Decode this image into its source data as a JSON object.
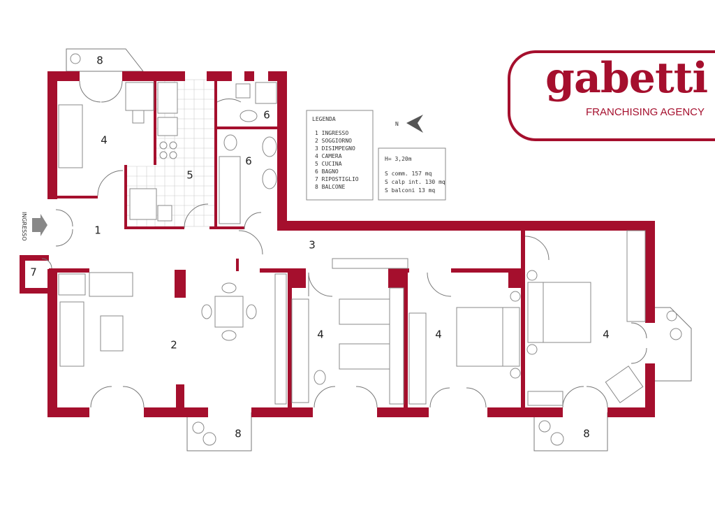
{
  "brand": {
    "name": "gabetti",
    "tagline": "FRANCHISING AGENCY",
    "color": "#a50f2d"
  },
  "entrance_label": "INGRESSO",
  "legend": {
    "title": "LEGENDA",
    "items": [
      "1 INGRESSO",
      "2 SOGGIORNO",
      "3 DISIMPEGNO",
      "4 CAMERA",
      "5 CUCINA",
      "6 BAGNO",
      "7 RIPOSTIGLIO",
      "8 BALCONE"
    ]
  },
  "info": {
    "height": "H= 3,20m",
    "lines": [
      "S comm. 157 mq",
      "S calp int. 130 mq",
      "S balconi 13 mq"
    ]
  },
  "north_label": "N",
  "rooms": {
    "balcony_top": "8",
    "bedroom_top": "4",
    "kitchen": "5",
    "bath_small": "6",
    "bath_large": "6",
    "entrance": "1",
    "storage": "7",
    "hall": "3",
    "living": "2",
    "bedroom_a": "4",
    "bedroom_b": "4",
    "bedroom_c": "4",
    "balcony_left": "8",
    "balcony_right": "8"
  }
}
